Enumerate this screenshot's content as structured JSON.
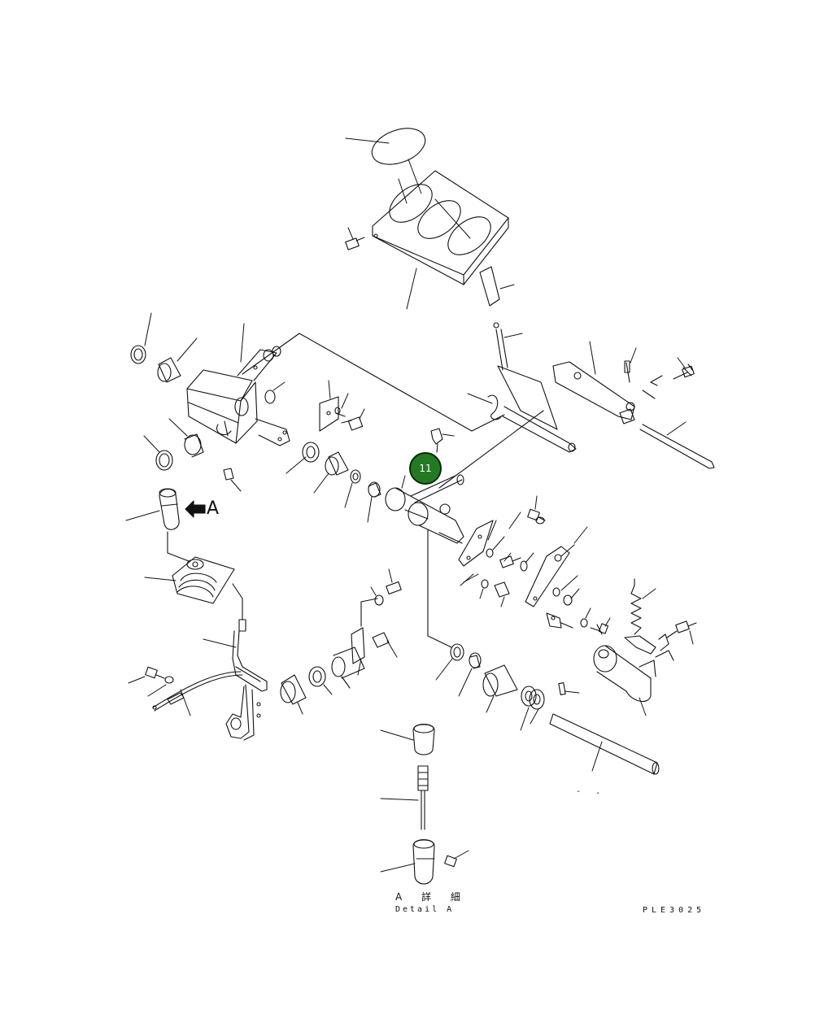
{
  "diagram": {
    "arrow_label": "A",
    "detail_label_jp": "A 詳 細",
    "detail_label_en": "Detail A",
    "reference_code": "PLE3025",
    "small_mark": "- ."
  },
  "callout": {
    "number": "11",
    "color": "#237a23"
  }
}
